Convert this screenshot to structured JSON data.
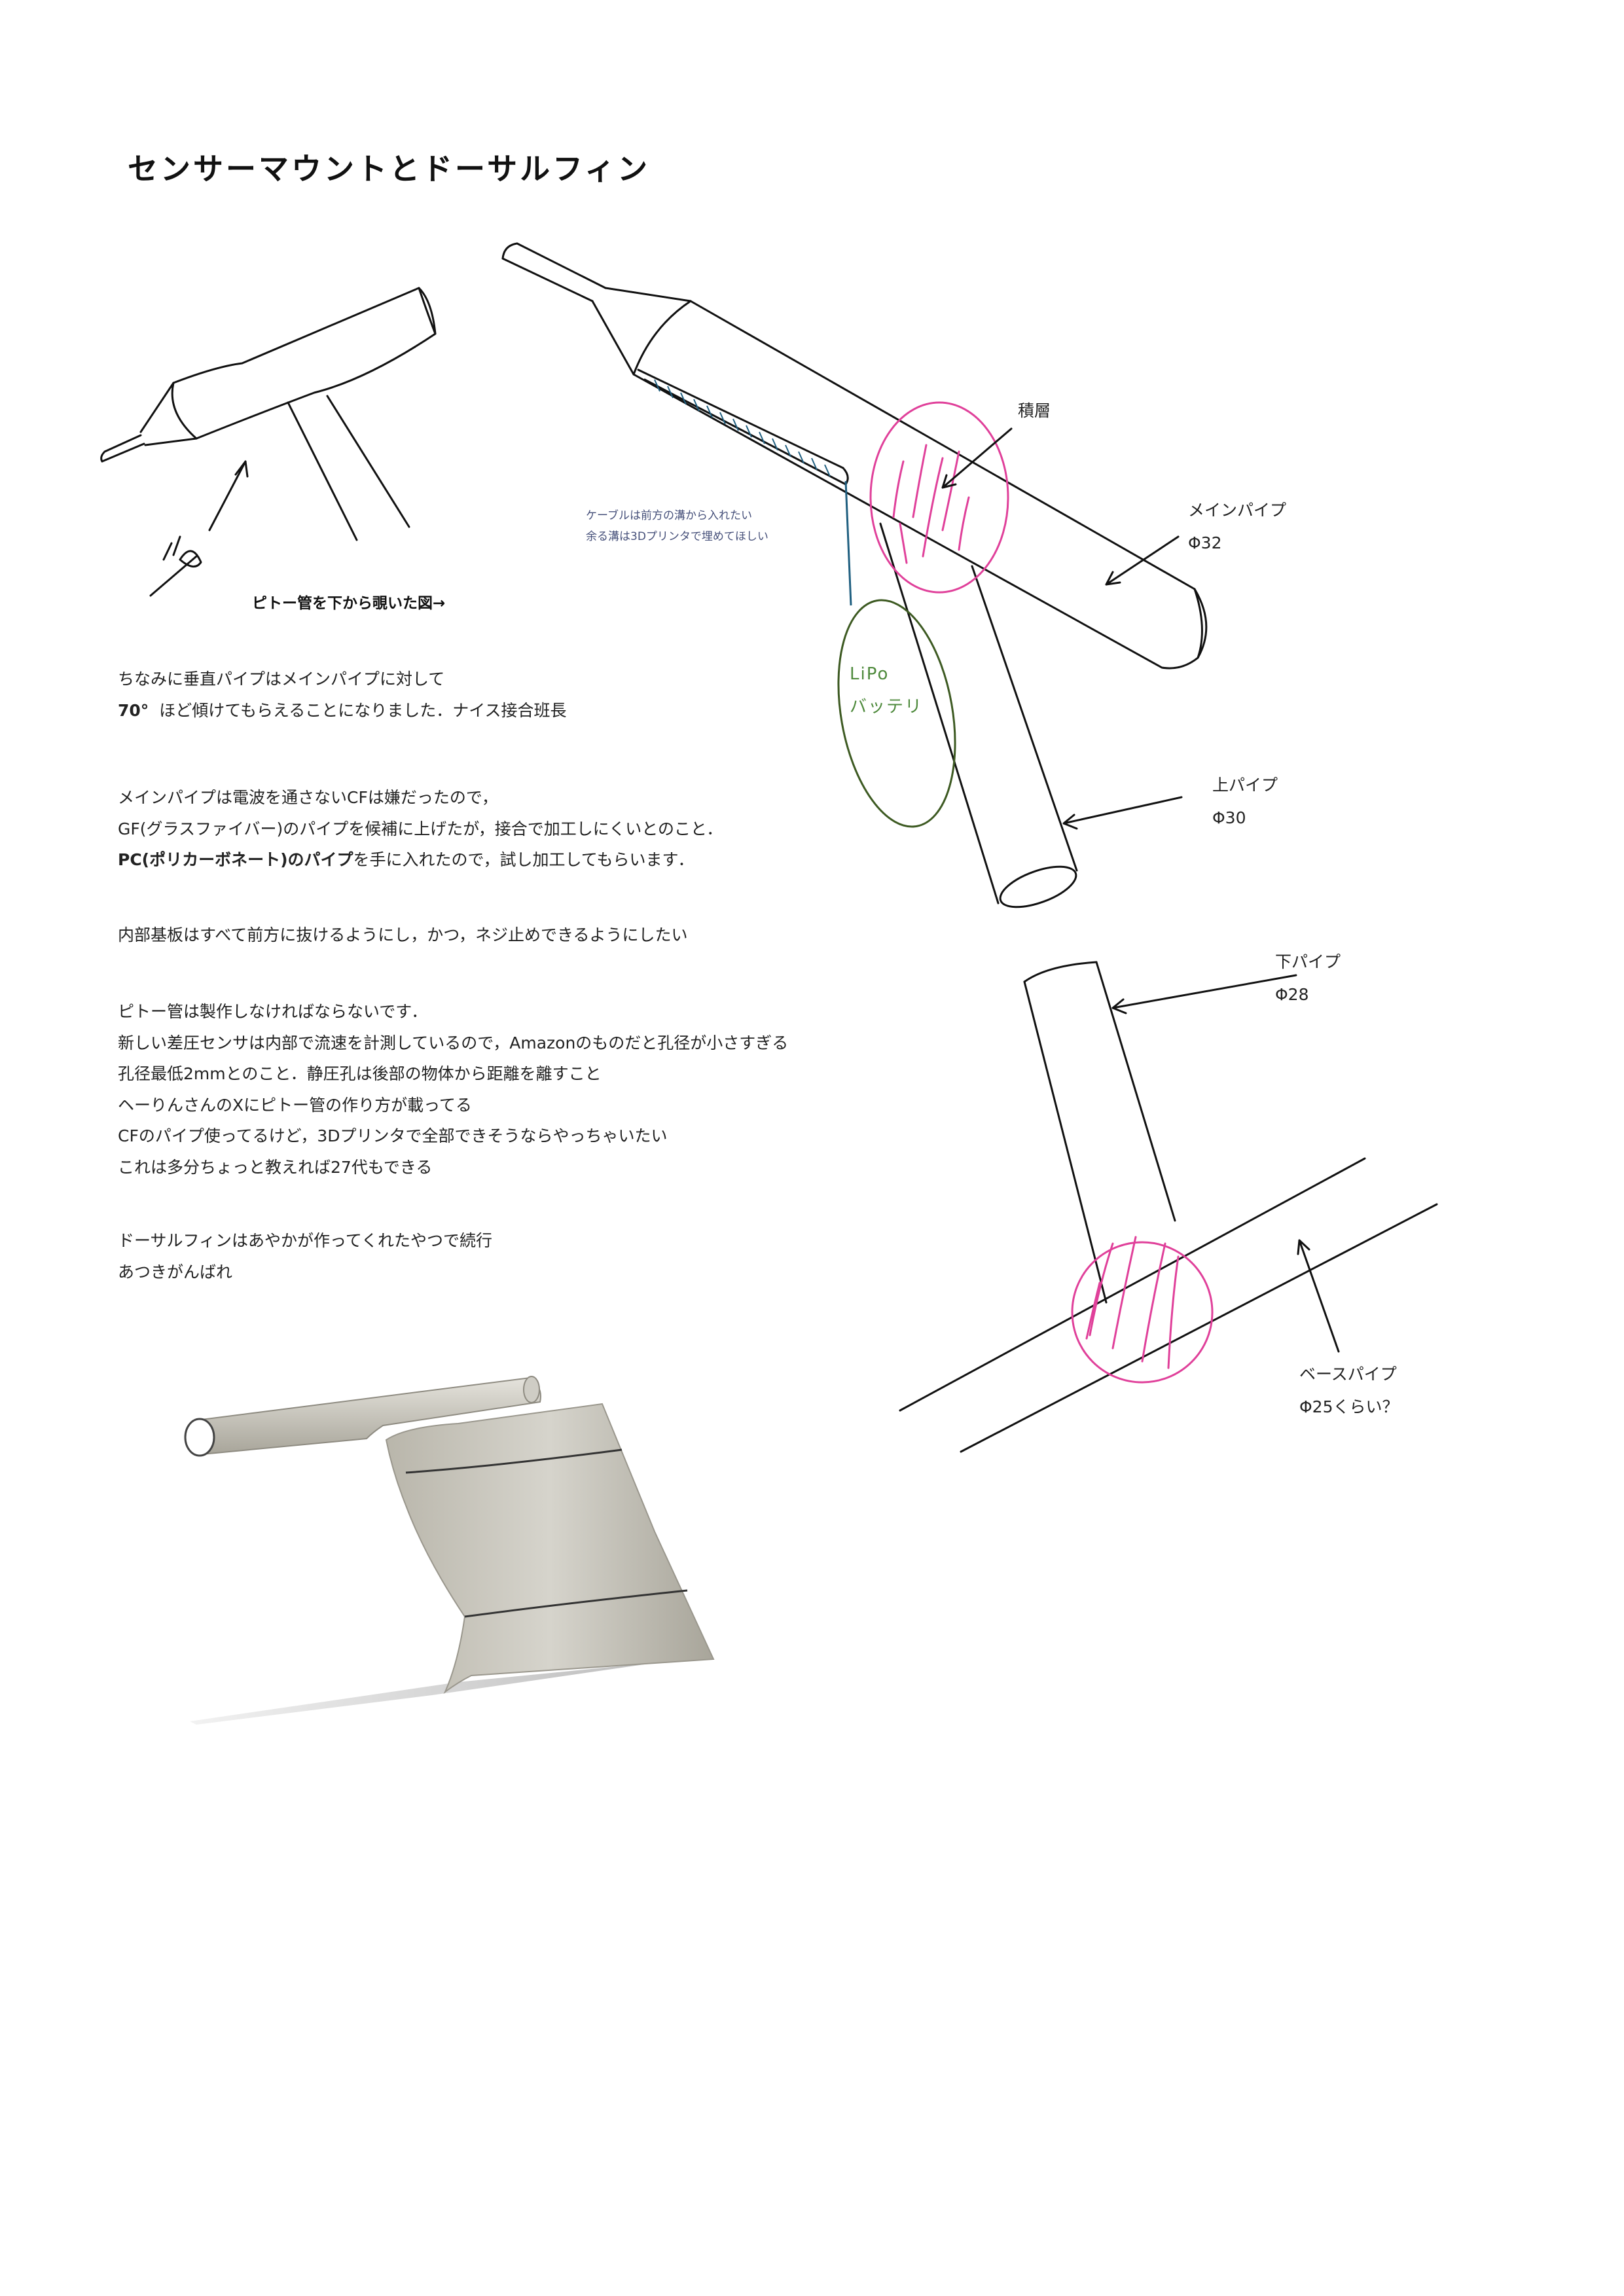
{
  "title": "センサーマウントとドーサルフィン",
  "pitot_caption": "ピトー管を下から覗いた図→",
  "text_blocks": {
    "angle": {
      "line1": "ちなみに垂直パイプはメインパイプに対して",
      "line2_bold": "70°",
      "line2_rest": "ほど傾けてもらえることになりました．ナイス接合班長"
    },
    "material": {
      "line1": "メインパイプは電波を通さないCFは嫌だったので，",
      "line2": "GF(グラスファイバー)のパイプを候補に上げたが，接合で加工しにくいとのこと．",
      "line3_bold": "PC(ポリカーボネート)のパイプ",
      "line3_rest": "を手に入れたので，試し加工してもらいます．"
    },
    "board": "内部基板はすべて前方に抜けるようにし，かつ，ネジ止めできるようにしたい",
    "pitot_lines": [
      "ピトー管は製作しなければならないです．",
      "新しい差圧センサは内部で流速を計測しているので，Amazonのものだと孔径が小さすぎる",
      "孔径最低2mmとのこと．静圧孔は後部の物体から距離を離すこと",
      "ヘーりんさんのXにピトー管の作り方が載ってる",
      "CFのパイプ使ってるけど，3Dプリンタで全部できそうならやっちゃいたい",
      "これは多分ちょっと教えれば27代もできる"
    ],
    "dorsal_lines": [
      "ドーサルフィンはあやかが作ってくれたやつで続行",
      "あつきがんばれ"
    ]
  },
  "diagram_labels": {
    "lamination": "積層",
    "main_pipe": {
      "name": "メインパイプ",
      "dim": "Φ32"
    },
    "upper_pipe": {
      "name": "上パイプ",
      "dim": "Φ30"
    },
    "lower_pipe": {
      "name": "下パイプ",
      "dim": "Φ28"
    },
    "base_pipe": {
      "name": "ベースパイプ",
      "dim": "Φ25くらい？"
    },
    "cable_note": [
      "ケーブルは前方の溝から入れたい",
      "余る溝は3Dプリンタで埋めてほしい"
    ],
    "lipo": {
      "line1": "LiPo",
      "line2": "バッテリ"
    }
  },
  "colors": {
    "ink": "#111111",
    "pink_circle": "#e0409a",
    "green_ellipse": "#3d5a22",
    "blue_line": "#1f5f80",
    "lipo_text": "#4e8a3c"
  }
}
